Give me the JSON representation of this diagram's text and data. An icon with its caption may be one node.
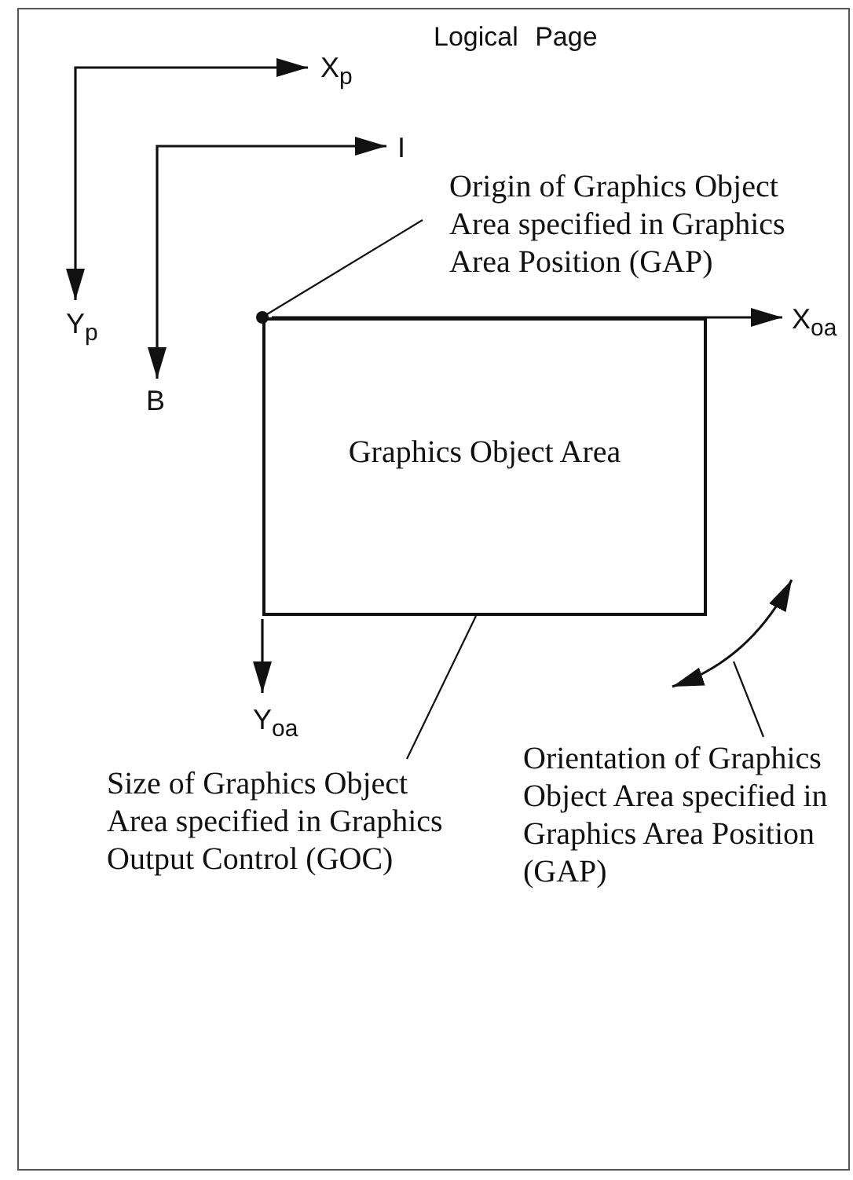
{
  "diagram": {
    "nodes": [
      {
        "text": [
          "Logical Page"
        ]
      },
      {
        "text": [
          "Graphics Object Area"
        ],
        "in": 0
      },
      {
        "text": [
          "Origin of Graphics Object Area specified in Graphics Area Position (GAP)"
        ],
        "in": 0
      },
      {
        "text": [],
        "shape": "circle",
        "in": 0
      },
      {
        "text": [
          "Size of Graphics Object Area specified in Graphics Output Control (GOC)"
        ],
        "in": 0
      },
      {
        "text": [
          "Orientation of Graphics Object Area specified in Graphics Area Position (GAP)"
        ],
        "in": 0
      },
      {
        "text": [],
        "shape": "arc",
        "in": 0
      }
    ],
    "edges": [
      {
        "from": 2,
        "to": 3,
        "arrow": "none"
      },
      {
        "from": 4,
        "to": 1,
        "arrow": "none"
      },
      {
        "from": 5,
        "to": 6,
        "arrow": "none"
      }
    ],
    "labels": [
      "X$_{p}$",
      "I",
      "Y$_{p}$",
      "X$_{oa}$",
      "B",
      "Y$_{oa}$"
    ]
  }
}
